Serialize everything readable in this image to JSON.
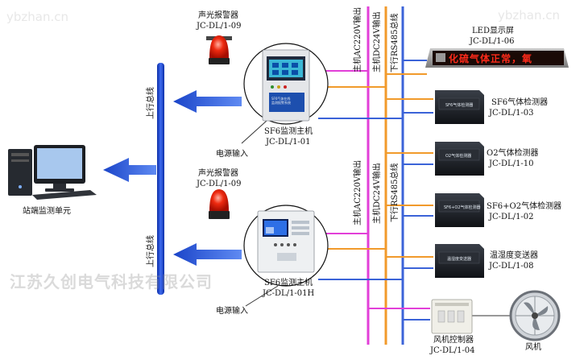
{
  "watermarks": {
    "top_left": "ybzhan.cn",
    "top_right": "ybzhan.cn",
    "company": "江苏久创电气科技有限公司"
  },
  "station": {
    "label": "站端监测单元"
  },
  "buses": {
    "upper_bus_1": "上行总线",
    "upper_bus_2": "上行总线",
    "ac220_top": "主机AC220V输出",
    "dc24_top": "主机DC24V输出",
    "rs485_top": "下行RS485总线",
    "ac220_bottom": "主机AC220V输出",
    "dc24_bottom": "主机DC24V输出",
    "rs485_bottom": "下行RS485总线"
  },
  "alarm_top": {
    "name": "声光报警器",
    "model": "JC-DL/1-09"
  },
  "alarm_bottom": {
    "name": "声光报警器",
    "model": "JC-DL/1-09"
  },
  "host_top": {
    "name": "SF6监测主机",
    "model": "JC-DL/1-01",
    "power": "电源输入",
    "panel_text": "SF6气体在线\n监测报警系统"
  },
  "host_bottom": {
    "name": "SF6监测主机",
    "model": "JC-DL/1-01H",
    "power": "电源输入"
  },
  "led_display": {
    "name": "LED显示屏",
    "model": "JC-DL/1-06",
    "screen_text": "化硫气体正常，氧"
  },
  "detectors": [
    {
      "name": "SF6气体检测器",
      "model": "JC-DL/1-03",
      "plate": "SF6气体检测器"
    },
    {
      "name": "O2气体检测器",
      "model": "JC-DL/1-10",
      "plate": "O2气体检测器"
    },
    {
      "name": "SF6+O2气体检测器",
      "model": "JC-DL/1-02",
      "plate": "SF6+O2气体检测器"
    },
    {
      "name": "温湿度变送器",
      "model": "JC-DL/1-08",
      "plate": "温湿度变送器"
    }
  ],
  "fan_controller": {
    "name": "风机控制器",
    "model": "JC-DL/1-04"
  },
  "fan": {
    "name": "风机"
  },
  "colors": {
    "upper_bus": "#1f47d6",
    "ac220": "#e23fd8",
    "dc24": "#f19a2b",
    "rs485": "#3b63d8",
    "arrow": "#2f5bd6"
  }
}
